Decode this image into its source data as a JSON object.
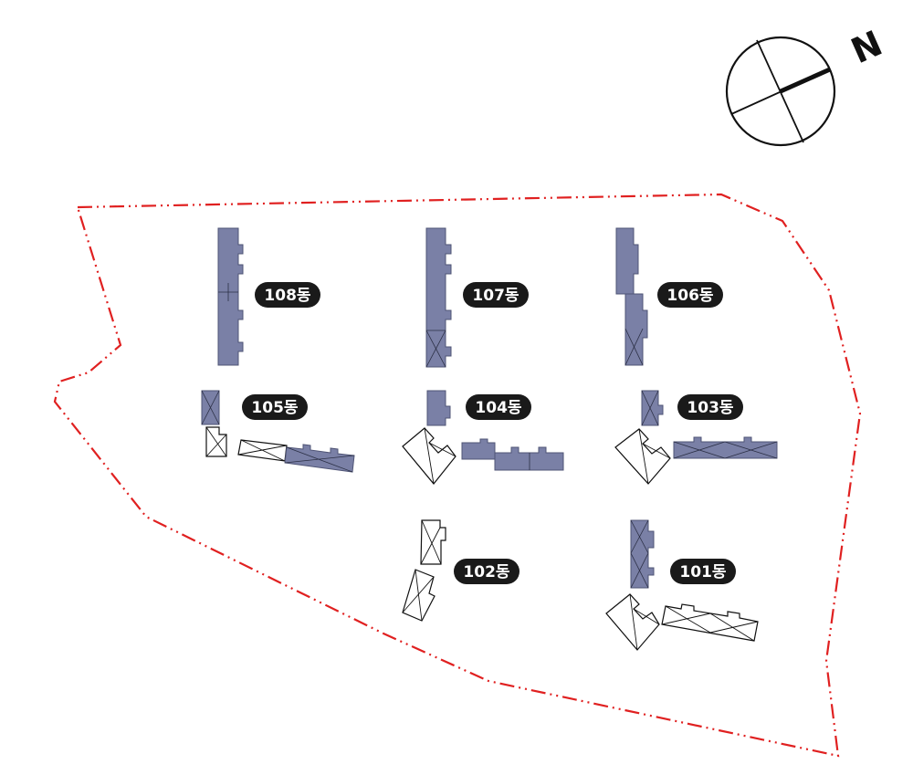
{
  "map": {
    "compass_label": "N",
    "colors": {
      "boundary": "#e02020",
      "existing_building": "#7a80a6",
      "label_bg": "#1a1a1a",
      "label_text": "#ffffff"
    },
    "buildings": [
      {
        "id": "108",
        "label": "108동"
      },
      {
        "id": "107",
        "label": "107동"
      },
      {
        "id": "106",
        "label": "106동"
      },
      {
        "id": "105",
        "label": "105동"
      },
      {
        "id": "104",
        "label": "104동"
      },
      {
        "id": "103",
        "label": "103동"
      },
      {
        "id": "102",
        "label": "102동"
      },
      {
        "id": "101",
        "label": "101동"
      }
    ]
  }
}
